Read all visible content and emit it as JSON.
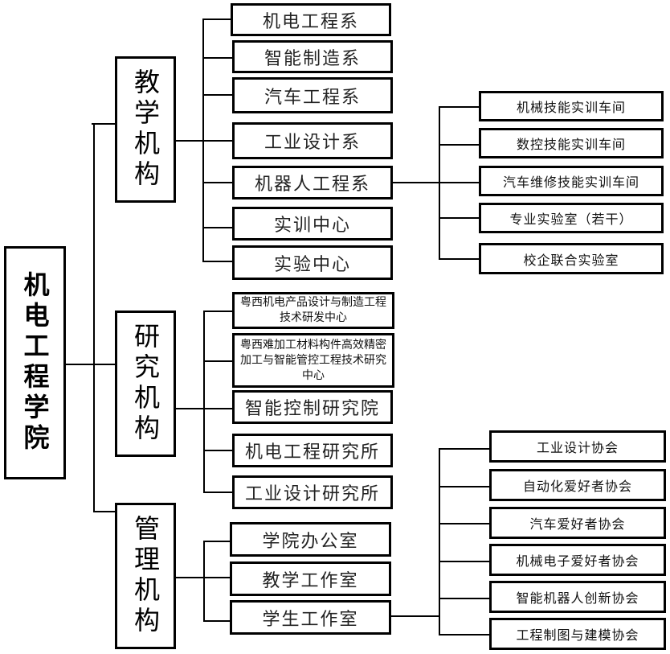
{
  "root": {
    "label": "机电工程学院"
  },
  "departments": [
    {
      "label": "教学机构",
      "children": [
        {
          "label": "机电工程系"
        },
        {
          "label": "智能制造系"
        },
        {
          "label": "汽车工程系"
        },
        {
          "label": "工业设计系"
        },
        {
          "label": "机器人工程系"
        },
        {
          "label": "实训中心"
        },
        {
          "label": "实验中心"
        }
      ],
      "training_units": [
        {
          "label": "机械技能实训车间"
        },
        {
          "label": "数控技能实训车间"
        },
        {
          "label": "汽车维修技能实训车间"
        },
        {
          "label": "专业实验室（若干）"
        },
        {
          "label": "校企联合实验室"
        }
      ]
    },
    {
      "label": "研究机构",
      "children": [
        {
          "label": "粤西机电产品设计与制造工程技术研发中心"
        },
        {
          "label": "粤西难加工材料构件高效精密加工与智能管控工程技术研究中心"
        },
        {
          "label": "智能控制研究院"
        },
        {
          "label": "机电工程研究所"
        },
        {
          "label": "工业设计研究所"
        }
      ]
    },
    {
      "label": "管理机构",
      "children": [
        {
          "label": "学院办公室"
        },
        {
          "label": "教学工作室"
        },
        {
          "label": "学生工作室"
        }
      ],
      "associations": [
        {
          "label": "工业设计协会"
        },
        {
          "label": "自动化爱好者协会"
        },
        {
          "label": "汽车爱好者协会"
        },
        {
          "label": "机械电子爱好者协会"
        },
        {
          "label": "智能机器人创新协会"
        },
        {
          "label": "工程制图与建模协会"
        }
      ]
    }
  ]
}
